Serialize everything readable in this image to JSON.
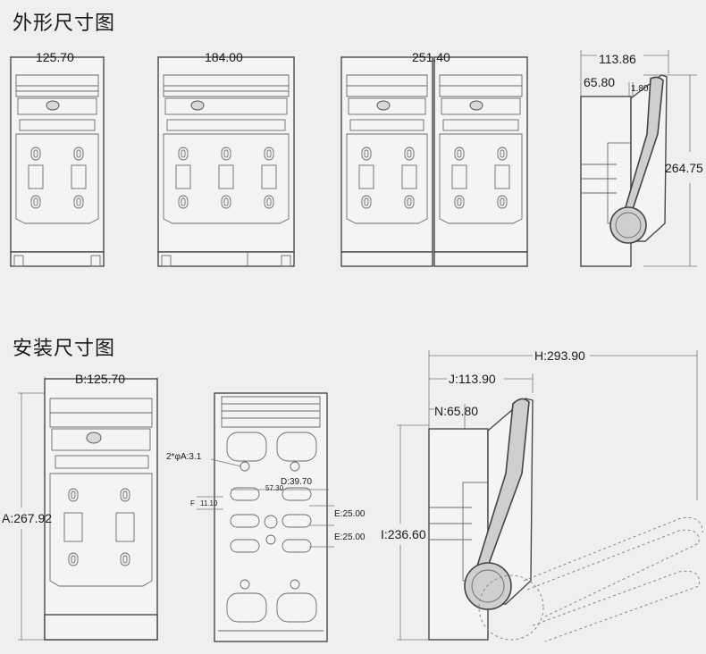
{
  "titles": {
    "outline": "外形尺寸图",
    "install": "安装尺寸图"
  },
  "outline_dims": {
    "w1": "125.70",
    "w2": "184.00",
    "w3": "251.40",
    "side_depth": "113.86",
    "side_front": "65.80",
    "side_gap": "1.80",
    "side_height": "264.75"
  },
  "install_dims": {
    "b": "B:125.70",
    "a": "A:267.92",
    "hole": "2*φA:3.1",
    "d": "D:39.70",
    "f_label": "F",
    "f_value": "11.10",
    "inner": "57.30",
    "e1": "E:25.00",
    "e2": "E:25.00",
    "h": "H:293.90",
    "j": "J:113.90",
    "n": "N:65.80",
    "i": "I:236.60"
  }
}
